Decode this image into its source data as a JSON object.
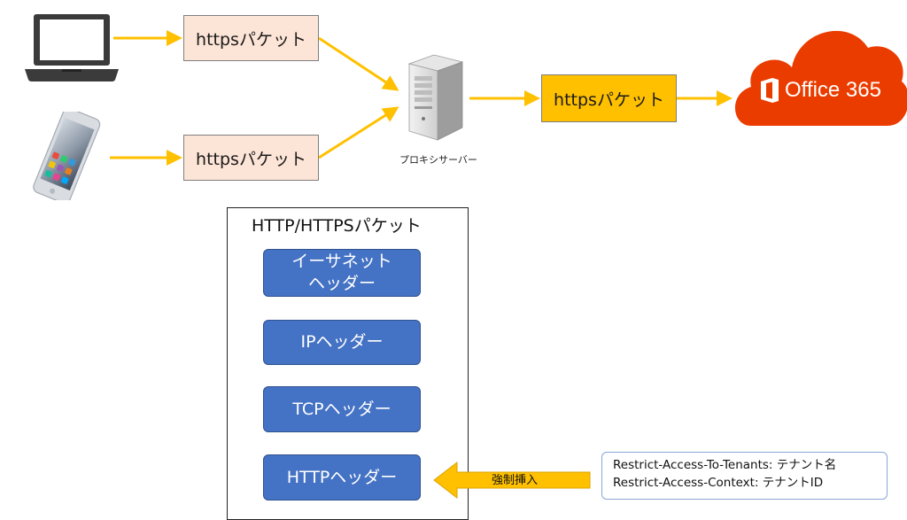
{
  "packets": {
    "top_left": "httpsパケット",
    "bottom_left": "httpsパケット",
    "right": "httpsパケット"
  },
  "proxy": {
    "label": "プロキシサーバー"
  },
  "office365": {
    "label": "Office 365"
  },
  "packet_structure": {
    "title": "HTTP/HTTPSパケット",
    "headers": [
      "イーサネット\nヘッダー",
      "IPヘッダー",
      "TCPヘッダー",
      "HTTPヘッダー"
    ]
  },
  "insert_arrow": {
    "label": "強制挿入"
  },
  "note": {
    "line1": "Restrict-Access-To-Tenants: テナント名",
    "line2": "Restrict-Access-Context: テナントID"
  },
  "colors": {
    "arrow": "#ffc000",
    "packet_peach": "#fce4d6",
    "packet_orange": "#ffc000",
    "header_blue": "#4472c4",
    "office_red": "#eb3c00"
  }
}
